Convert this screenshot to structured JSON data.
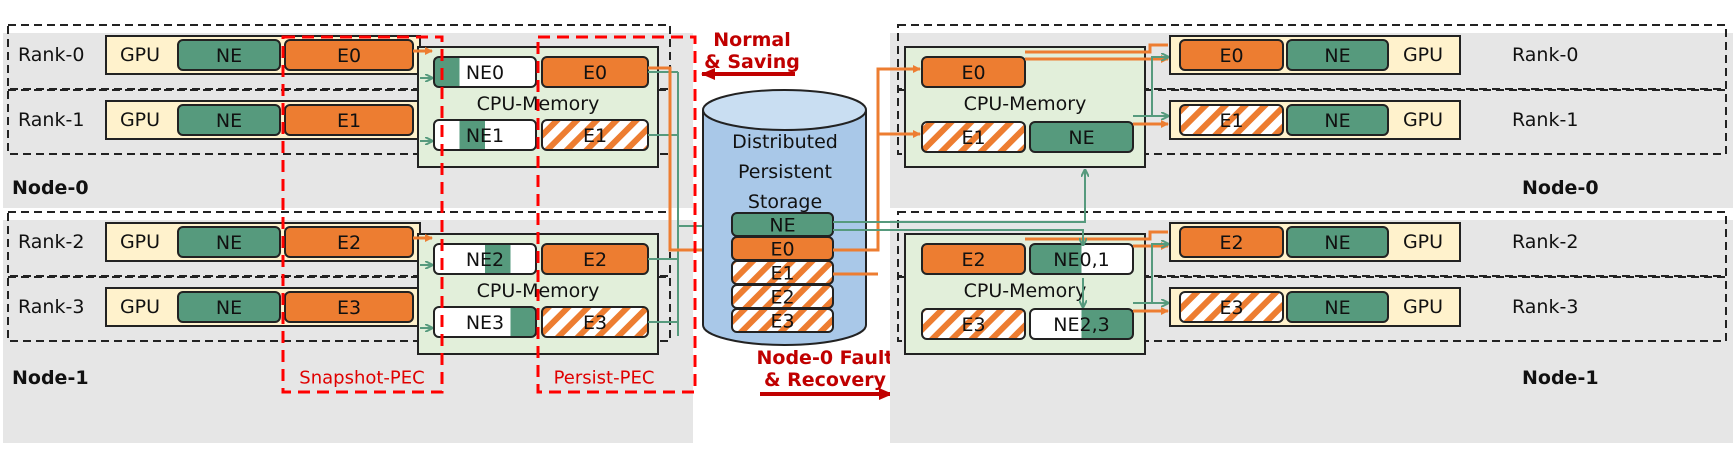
{
  "left_nodes": [
    {
      "label": "Node-0",
      "cpu_label": "CPU-Memory",
      "ranks": [
        {
          "rank": "Rank-0",
          "gpu": "GPU",
          "ne": "NE",
          "e": "E0",
          "cpu_ne": "NE0",
          "cpu_e": "E0",
          "cpu_e_persisted": false
        },
        {
          "rank": "Rank-1",
          "gpu": "GPU",
          "ne": "NE",
          "e": "E1",
          "cpu_ne": "NE1",
          "cpu_e": "E1",
          "cpu_e_persisted": true
        }
      ]
    },
    {
      "label": "Node-1",
      "cpu_label": "CPU-Memory",
      "ranks": [
        {
          "rank": "Rank-2",
          "gpu": "GPU",
          "ne": "NE",
          "e": "E2",
          "cpu_ne": "NE2",
          "cpu_e": "E2",
          "cpu_e_persisted": false
        },
        {
          "rank": "Rank-3",
          "gpu": "GPU",
          "ne": "NE",
          "e": "E3",
          "cpu_ne": "NE3",
          "cpu_e": "E3",
          "cpu_e_persisted": true
        }
      ]
    }
  ],
  "annotations": {
    "snapshot_pec": "Snapshot-PEC",
    "persist_pec": "Persist-PEC",
    "normal_line1": "Normal",
    "normal_line2": "& Saving",
    "fault_line1": "Node-0 Fault",
    "fault_line2": "& Recovery"
  },
  "storage": {
    "title": [
      "Distributed",
      "Persistent",
      "Storage"
    ],
    "items": [
      "NE",
      "E0",
      "E1",
      "E2",
      "E3"
    ]
  },
  "right_nodes": [
    {
      "label": "Node-0",
      "cpu_label": "CPU-Memory",
      "cpu_rows": [
        [
          "E0",
          ""
        ],
        [
          "E1",
          "NE"
        ]
      ],
      "ranks": [
        {
          "rank": "Rank-0",
          "gpu": "GPU",
          "e": "E0",
          "ne": "NE"
        },
        {
          "rank": "Rank-1",
          "gpu": "GPU",
          "e": "E1",
          "ne": "NE"
        }
      ]
    },
    {
      "label": "Node-1",
      "cpu_label": "CPU-Memory",
      "cpu_rows": [
        [
          "E2",
          "NE0,1"
        ],
        [
          "E3",
          "NE2,3"
        ]
      ],
      "ranks": [
        {
          "rank": "Rank-2",
          "gpu": "GPU",
          "e": "E2",
          "ne": "NE"
        },
        {
          "rank": "Rank-3",
          "gpu": "GPU",
          "e": "E3",
          "ne": "NE"
        }
      ]
    }
  ],
  "colors": {
    "ne_green": "#569a7d",
    "expert_orange": "#ed7d31",
    "gpu_fill": "#fff2cc",
    "cpu_fill": "#e2efda",
    "node_bg": "#e6e6e6",
    "storage_blue": "#a9c8e8",
    "annotation_red": "#c00000",
    "pec_red": "#ff0000"
  }
}
